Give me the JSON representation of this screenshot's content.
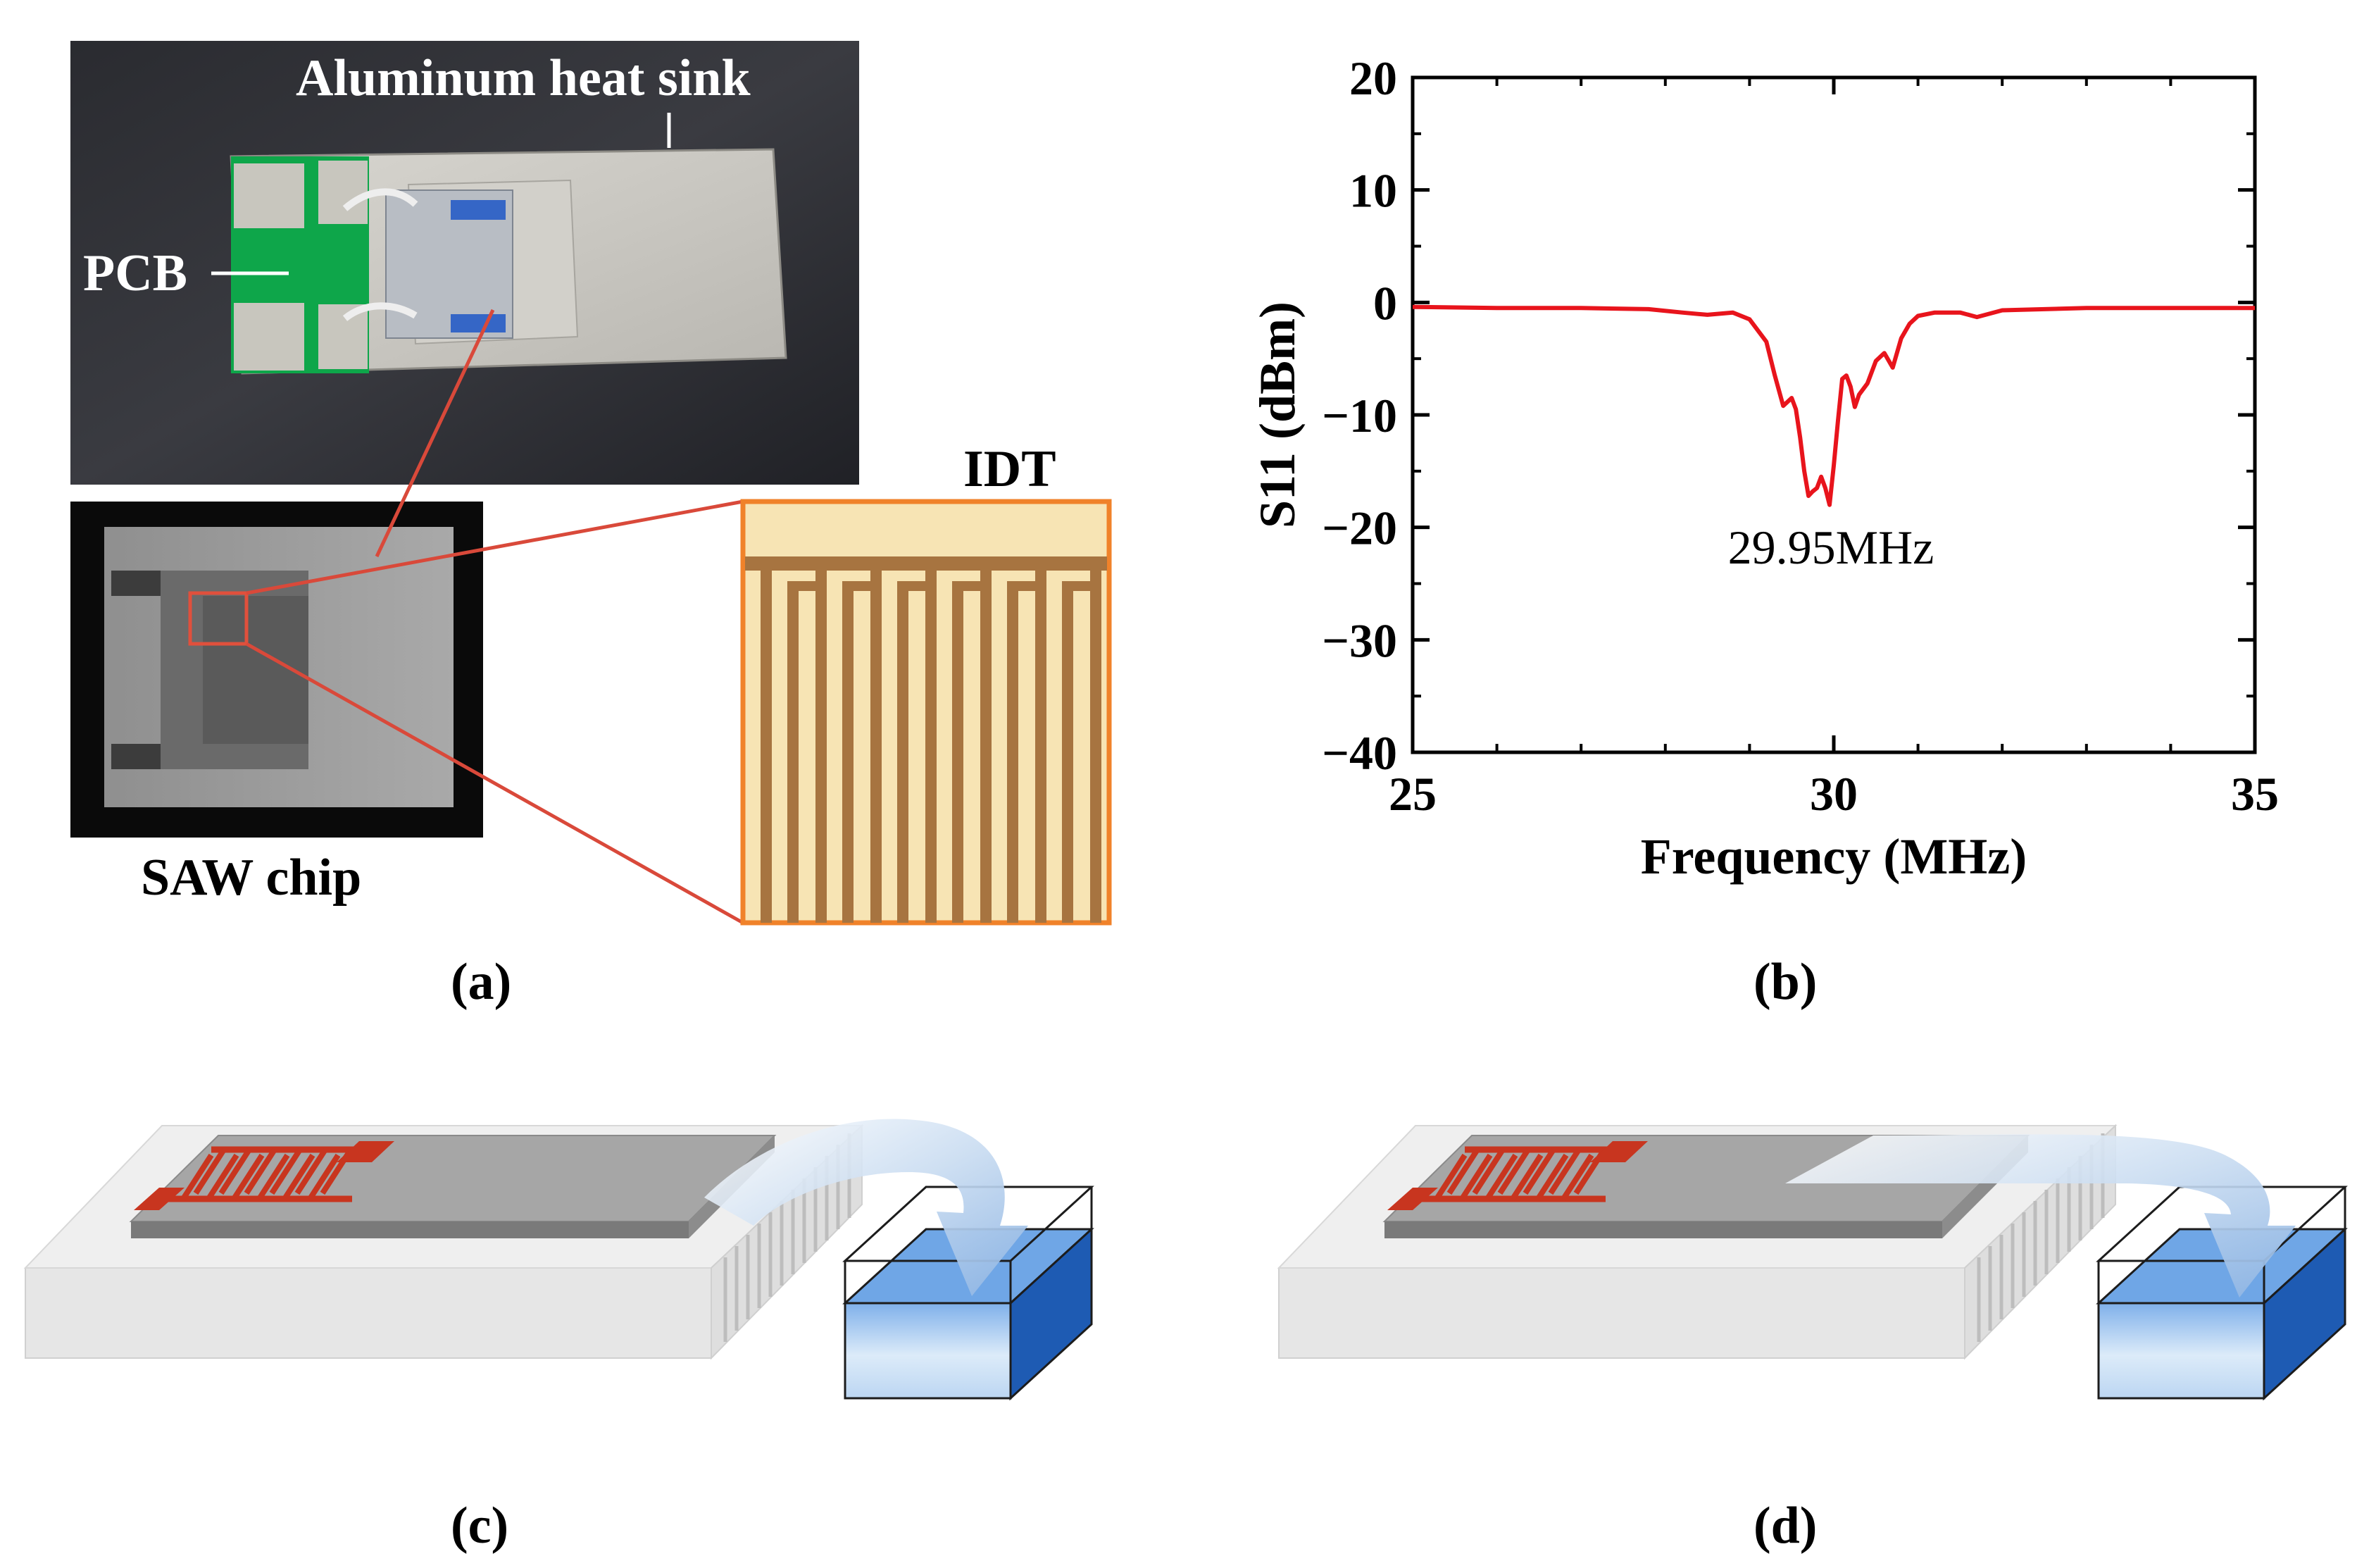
{
  "panel_a": {
    "labels": {
      "heat_sink": "Aluminum heat sink",
      "pcb": "PCB",
      "saw_chip": "SAW chip",
      "idt": "IDT"
    },
    "caption": "(a)"
  },
  "panel_b": {
    "caption": "(b)",
    "annotation": "29.95MHz"
  },
  "panel_c": {
    "caption": "(c)"
  },
  "panel_d": {
    "caption": "(d)"
  },
  "colors": {
    "curve": "#e8141c",
    "zoom_lines": "#d9493a",
    "idt_border": "#f0822a",
    "idt_finger": "#a77440",
    "idt_background": "#f7e4b4",
    "electrode": "#c8351f",
    "water": "#3d7fd1"
  },
  "chart_data": {
    "type": "line",
    "xlabel": "Frequency (MHz)",
    "ylabel": "S11 (dBm)",
    "xlim": [
      25,
      35
    ],
    "ylim": [
      -40,
      20
    ],
    "xticks": [
      25,
      30,
      35
    ],
    "yticks": [
      20,
      10,
      0,
      -10,
      -20,
      -30,
      -40
    ],
    "grid": false,
    "series": [
      {
        "x": [
          25,
          26,
          27,
          27.8,
          28.2,
          28.5,
          28.8,
          29.0,
          29.2,
          29.3,
          29.4,
          29.5,
          29.55,
          29.6,
          29.65,
          29.7,
          29.75,
          29.8,
          29.85,
          29.9,
          29.95,
          30.0,
          30.05,
          30.1,
          30.15,
          30.2,
          30.25,
          30.3,
          30.4,
          30.5,
          30.6,
          30.7,
          30.8,
          30.9,
          31.0,
          31.2,
          31.5,
          31.7,
          32,
          33,
          34,
          35
        ],
        "y": [
          -0.4,
          -0.5,
          -0.5,
          -0.6,
          -0.9,
          -1.1,
          -0.9,
          -1.5,
          -3.5,
          -6.5,
          -9.2,
          -8.5,
          -9.5,
          -12,
          -15,
          -17.2,
          -16.8,
          -16.5,
          -15.5,
          -16.5,
          -18,
          -14.5,
          -10.5,
          -6.8,
          -6.5,
          -7.5,
          -9.3,
          -8.2,
          -7.2,
          -5.2,
          -4.5,
          -5.8,
          -3.2,
          -1.9,
          -1.2,
          -0.9,
          -0.9,
          -1.3,
          -0.7,
          -0.5,
          -0.5,
          -0.5
        ]
      }
    ]
  }
}
